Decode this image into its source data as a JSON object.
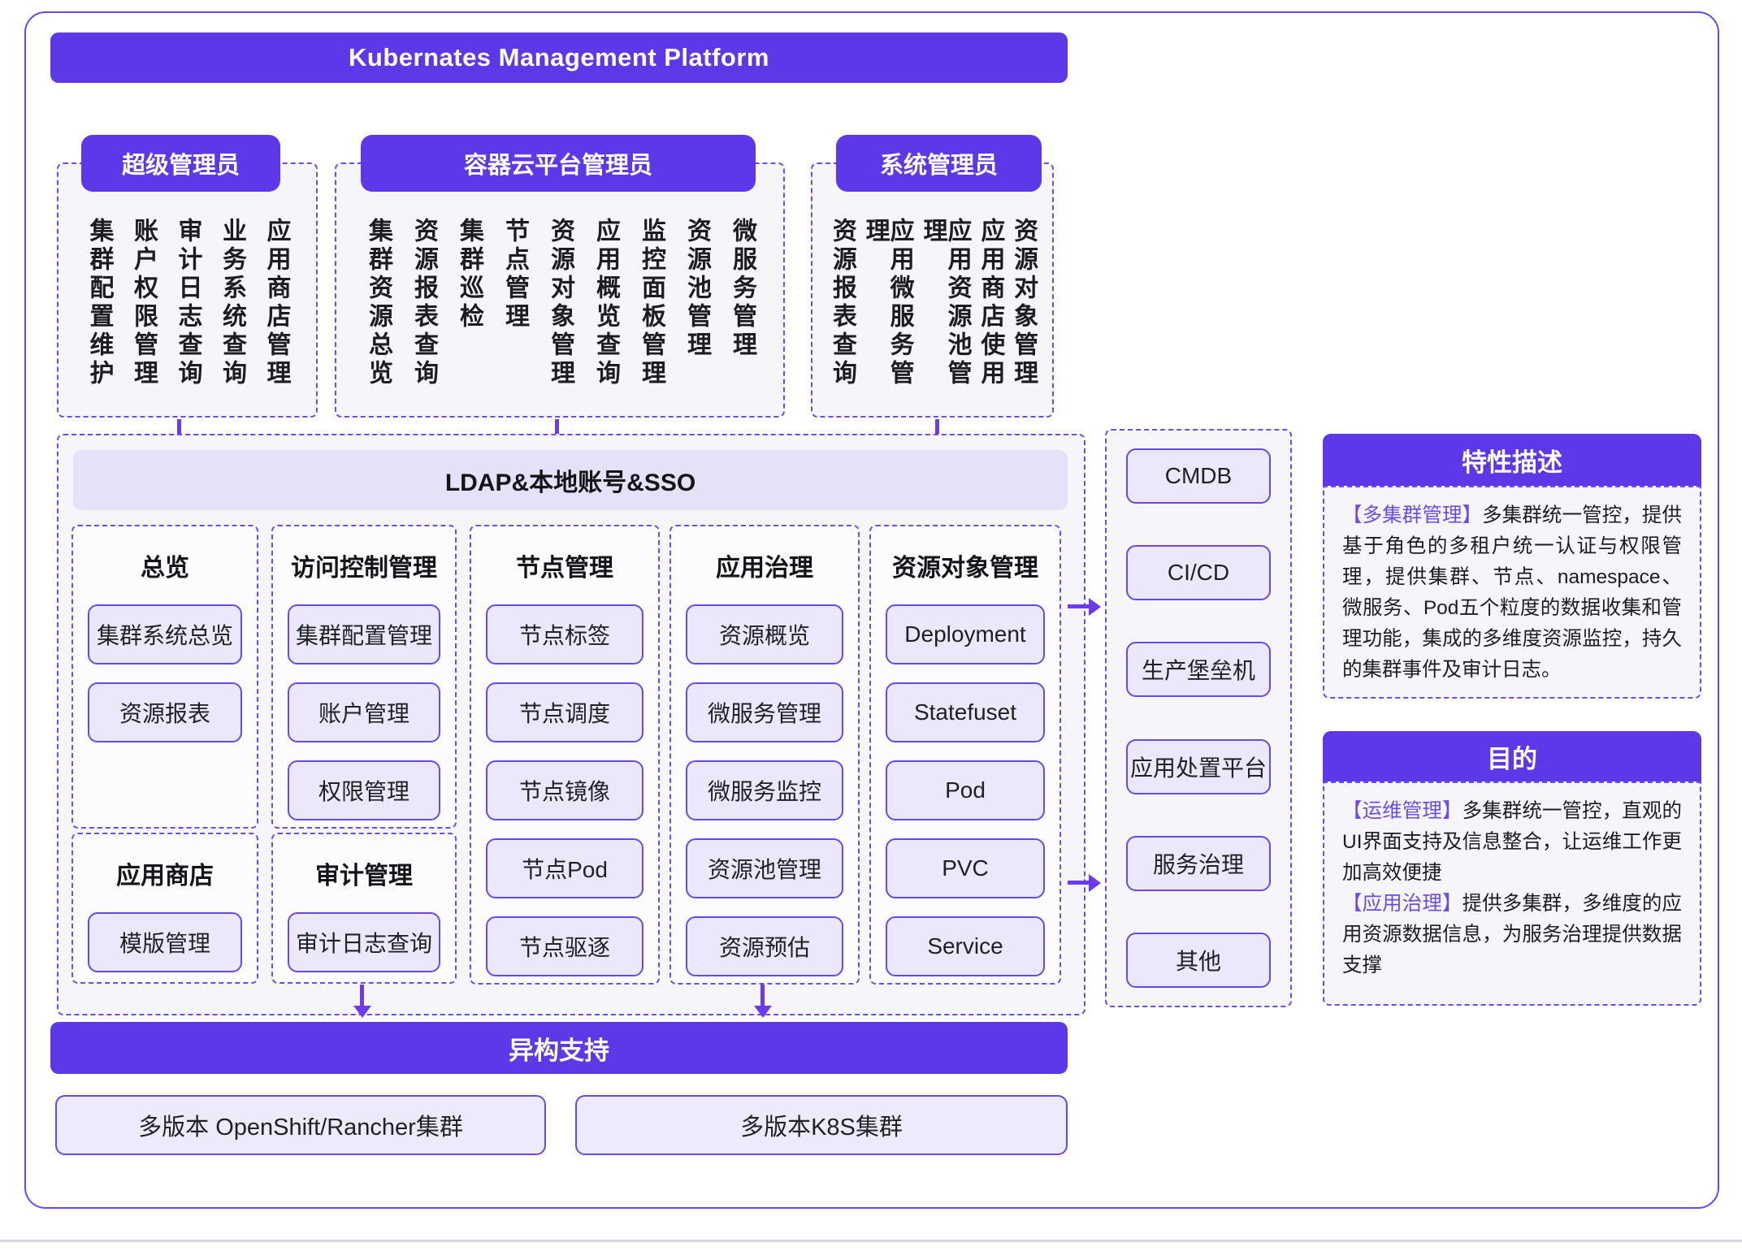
{
  "title": "Kubernates Management Platform",
  "roles": [
    {
      "label": "超级管理员",
      "columns": [
        "集群配置维护",
        "账户权限管理",
        "审计日志查询",
        "业务系统查询",
        "应用商店管理"
      ]
    },
    {
      "label": "容器云平台管理员",
      "columns": [
        "集群资源总览",
        "资源报表查询",
        "集群巡检",
        "节点管理",
        "资源对象管理",
        "应用概览查询",
        "监控面板管理",
        "资源池管理",
        "微服务管理"
      ]
    },
    {
      "label": "系统管理员",
      "columns": [
        "资源报表查询",
        "应用微服务管理",
        "应用资源池管理",
        "应用商店使用",
        "资源对象管理"
      ]
    }
  ],
  "auth_bar": "LDAP&本地账号&SSO",
  "module_groups": [
    {
      "title": "总览",
      "items": [
        "集群系统总览",
        "资源报表"
      ]
    },
    {
      "title": "访问控制管理",
      "items": [
        "集群配置管理",
        "账户管理",
        "权限管理"
      ]
    },
    {
      "title": "节点管理",
      "items": [
        "节点标签",
        "节点调度",
        "节点镜像",
        "节点Pod",
        "节点驱逐"
      ]
    },
    {
      "title": "应用治理",
      "items": [
        "资源概览",
        "微服务管理",
        "微服务监控",
        "资源池管理",
        "资源预估"
      ]
    },
    {
      "title": "资源对象管理",
      "items": [
        "Deployment",
        "Statefuset",
        "Pod",
        "PVC",
        "Service"
      ]
    },
    {
      "title": "应用商店",
      "items": [
        "模版管理"
      ]
    },
    {
      "title": "审计管理",
      "items": [
        "审计日志查询"
      ]
    }
  ],
  "integrations": [
    "CMDB",
    "CI/CD",
    "生产堡垒机",
    "应用处置平台",
    "服务治理",
    "其他"
  ],
  "feature_panel": {
    "title": "特性描述",
    "tag": "【多集群管理】",
    "text": "多集群统一管控，提供基于角色的多租户统一认证与权限管理，提供集群、节点、namespace、微服务、Pod五个粒度的数据收集和管理功能，集成的多维度资源监控，持久的集群事件及审计日志。"
  },
  "purpose_panel": {
    "title": "目的",
    "entries": [
      {
        "tag": "【运维管理】",
        "text": "多集群统一管控，直观的UI界面支持及信息整合，让运维工作更加高效便捷"
      },
      {
        "tag": "【应用治理】",
        "text": "提供多集群，多维度的应用资源数据信息，为服务治理提供数据支撑"
      }
    ]
  },
  "hetero": {
    "title": "异构支持",
    "items": [
      "多版本 OpenShift/Rancher集群",
      "多版本K8S集群"
    ]
  },
  "colors": {
    "accent": "#5D38E9",
    "border": "#6C4BE8",
    "chip_bg": "#EBE8FB",
    "bar_bg": "#E5E1F7",
    "panel_bg": "#F6F6FA",
    "tag_text": "#6C4BE8"
  }
}
